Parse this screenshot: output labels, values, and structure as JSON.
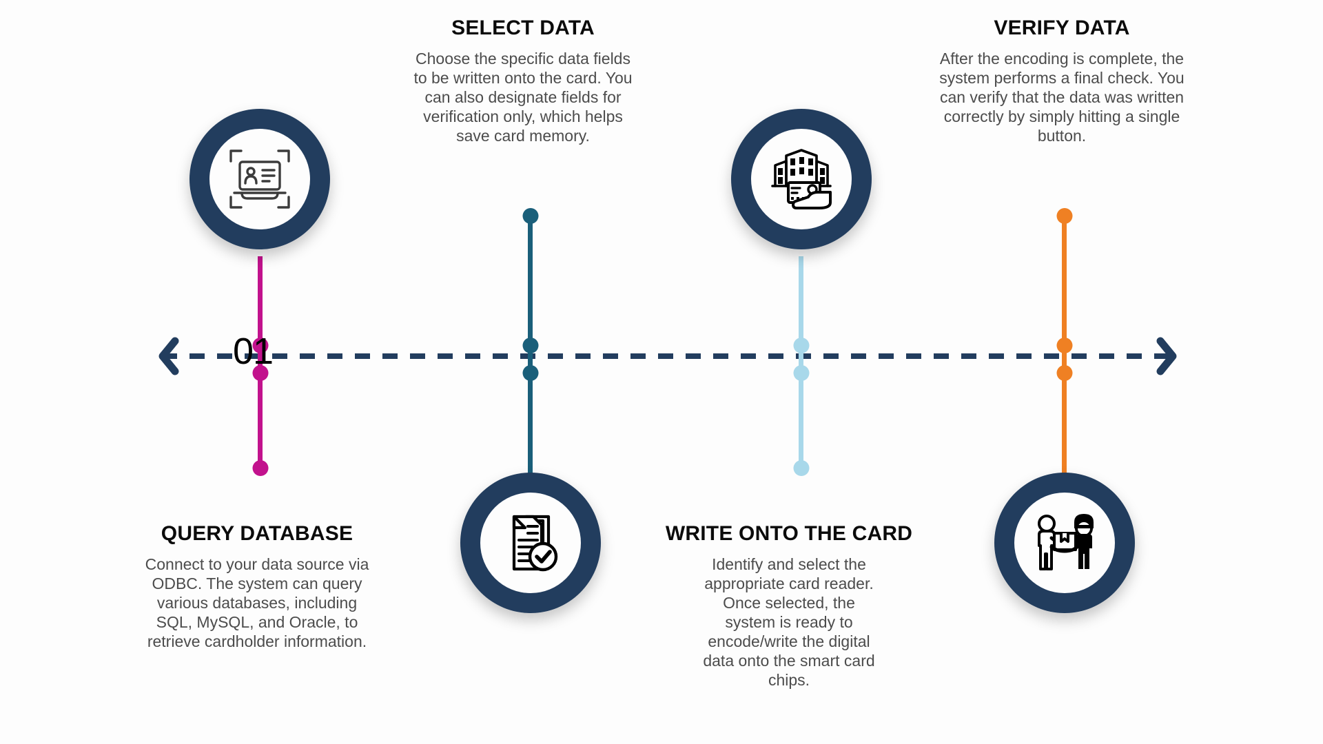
{
  "diagram": {
    "type": "process-timeline",
    "orientation": "horizontal",
    "axis": {
      "style": "dashed",
      "color": "#223d5e",
      "left_arrow": "arrow-left-icon",
      "right_arrow": "arrow-right-icon"
    },
    "visible_step_number": "01"
  },
  "steps": [
    {
      "id": "query-database",
      "title": "QUERY DATABASE",
      "body": "Connect to your data source via ODBC. The system can query various databases, including SQL, MySQL, and Oracle, to retrieve cardholder information.",
      "accent": "#c2128d",
      "icon": "id-card-scan-icon",
      "circle_position": "above-axis",
      "text_position": "below-axis"
    },
    {
      "id": "select-data",
      "title": "SELECT DATA",
      "body": "Choose the specific data fields to be written onto the card. You can also designate fields for verification only, which helps save card memory.",
      "accent": "#1a5f7a",
      "icon": "documents-check-icon",
      "circle_position": "below-axis",
      "text_position": "above-axis"
    },
    {
      "id": "write-onto-the-card",
      "title": "WRITE ONTO THE CARD",
      "body": "Identify and select the appropriate card reader. Once selected, the system is ready to encode/write the digital data onto the smart card chips.",
      "accent": "#a8d8ea",
      "icon": "building-card-hand-icon",
      "circle_position": "above-axis",
      "text_position": "below-axis"
    },
    {
      "id": "verify-data",
      "title": "VERIFY DATA",
      "body": "After the encoding is complete, the system performs a final check. You can verify that the data was written correctly by simply hitting a single button.",
      "accent": "#ef8023",
      "icon": "package-handoff-icon",
      "circle_position": "below-axis",
      "text_position": "above-axis"
    }
  ],
  "colors": {
    "navy": "#223d5e",
    "background": "#fdfdfd",
    "heading": "#0b0b0b",
    "body_text": "#4c4c4c",
    "magenta": "#c2128d",
    "teal": "#1a5f7a",
    "light_blue": "#a8d8ea",
    "orange": "#ef8023"
  }
}
